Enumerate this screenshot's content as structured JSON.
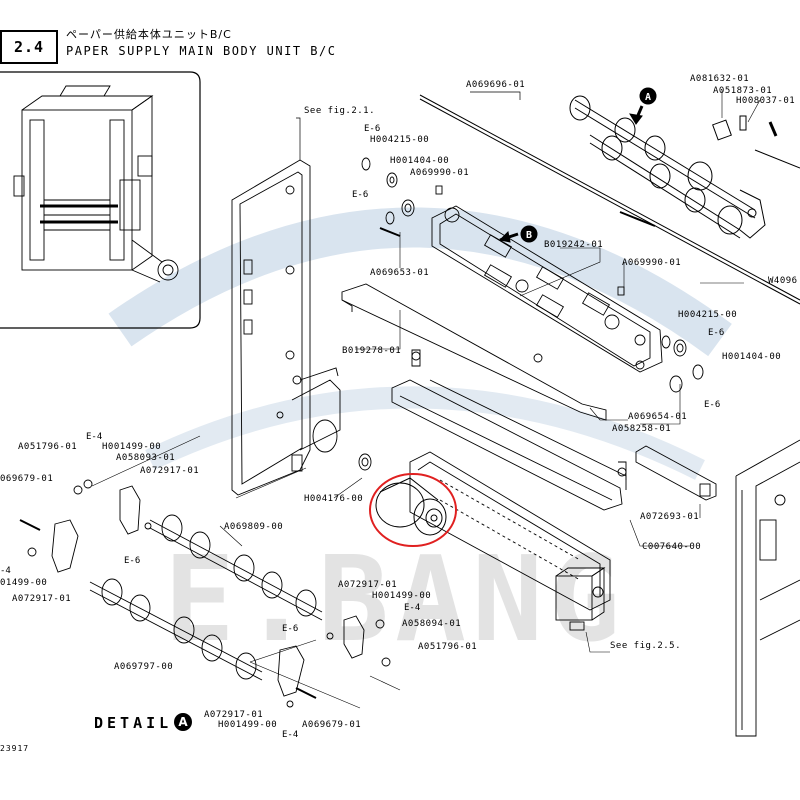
{
  "header": {
    "section_number": "2.4",
    "title_jp": "ペーパー供給本体ユニットB/C",
    "title_en": "PAPER SUPPLY MAIN BODY UNIT B/C"
  },
  "watermark": {
    "text": "E.BANG"
  },
  "detail": {
    "label": "DETAIL",
    "badge": "A"
  },
  "document_id": "23917",
  "callouts": {
    "a": "A",
    "b": "B"
  },
  "part_labels": {
    "A069696_01": "A069696-01",
    "A081632_01": "A081632-01",
    "A051873_01": "A051873-01",
    "H008037_01": "H008037-01",
    "see_fig_2_1": "See fig.2.1.",
    "E6_top": "E-6",
    "H004215_00_top": "H004215-00",
    "H001404_00_top": "H001404-00",
    "A069990_01_top": "A069990-01",
    "E6_mid": "E-6",
    "B019242_01": "B019242-01",
    "A069653_01": "A069653-01",
    "A069990_01_right": "A069990-01",
    "W4096": "W4096",
    "H004215_00_right": "H004215-00",
    "E6_right1": "E-6",
    "H001404_00_right": "H001404-00",
    "E6_right2": "E-6",
    "B019278_01": "B019278-01",
    "A069654_01": "A069654-01",
    "A058258_01": "A058258-01",
    "A051796_01_left": "A051796-01",
    "E4_left": "E-4",
    "H001499_00_left": "H001499-00",
    "A058093_01": "A058093-01",
    "A072917_01_left": "A072917-01",
    "A069679_01_left": "069679-01",
    "H004176_00": "H004176-00",
    "A072693_01": "A072693-01",
    "C007640_00": "C007640-00",
    "A069809_00": "A069809-00",
    "E6_lowleft": "E-6",
    "E4_far_left": "-4",
    "H001499_00_far_left": "01499-00",
    "A072917_01_far_left": "A072917-01",
    "A072917_01_mid": "A072917-01",
    "H001499_00_mid": "H001499-00",
    "E4_mid": "E-4",
    "E6_mid2": "E-6",
    "A058094_01": "A058094-01",
    "A051796_01_mid": "A051796-01",
    "see_fig_2_5": "See fig.2.5.",
    "A069797_00": "A069797-00",
    "A072917_01_bottom": "A072917-01",
    "H001499_00_bottom": "H001499-00",
    "A069679_01_bottom": "A069679-01",
    "E4_bottom": "E-4"
  }
}
